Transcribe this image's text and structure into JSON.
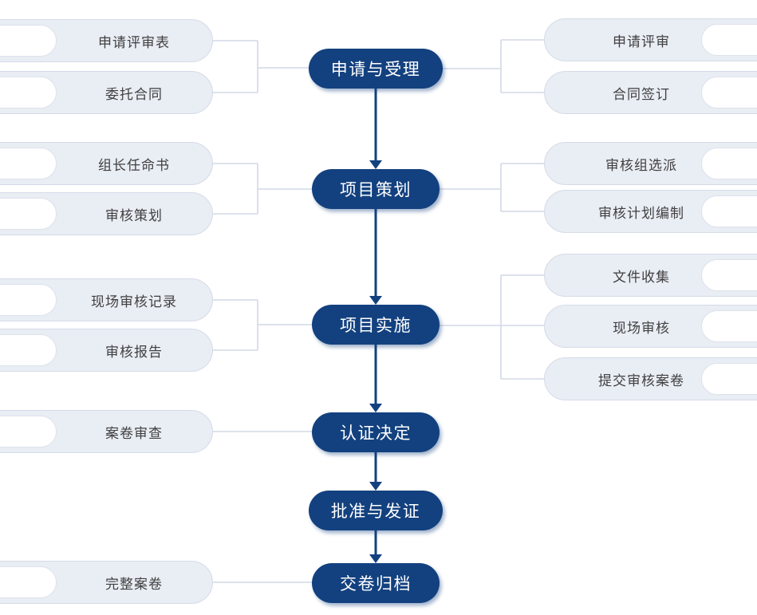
{
  "diagram": {
    "type": "flowchart",
    "steps": [
      {
        "label": "申请与受理"
      },
      {
        "label": "项目策划"
      },
      {
        "label": "项目实施"
      },
      {
        "label": "认证决定"
      },
      {
        "label": "批准与发证"
      },
      {
        "label": "交卷归档"
      }
    ],
    "left_pills": [
      {
        "label": "申请评审表",
        "connects_to": "申请与受理"
      },
      {
        "label": "委托合同",
        "connects_to": "申请与受理"
      },
      {
        "label": "组长任命书",
        "connects_to": "项目策划"
      },
      {
        "label": "审核策划",
        "connects_to": "项目策划"
      },
      {
        "label": "现场审核记录",
        "connects_to": "项目实施"
      },
      {
        "label": "审核报告",
        "connects_to": "项目实施"
      },
      {
        "label": "案卷审查",
        "connects_to": "认证决定"
      },
      {
        "label": "完整案卷",
        "connects_to": "交卷归档"
      }
    ],
    "right_pills": [
      {
        "label": "申请评审",
        "connects_to": "申请与受理"
      },
      {
        "label": "合同签订",
        "connects_to": "申请与受理"
      },
      {
        "label": "审核组选派",
        "connects_to": "项目策划"
      },
      {
        "label": "审核计划编制",
        "connects_to": "项目策划"
      },
      {
        "label": "文件收集",
        "connects_to": "项目实施"
      },
      {
        "label": "现场审核",
        "connects_to": "项目实施"
      },
      {
        "label": "提交审核案卷",
        "connects_to": "项目实施"
      }
    ],
    "colors": {
      "node_fill": "#13417F",
      "node_text": "#FFFFFF",
      "pill_fill": "#E9EDF4",
      "pill_border": "#D5DBE8",
      "pill_text": "#404040",
      "connector_light": "#D2D9E6",
      "arrow": "#13417F"
    }
  }
}
